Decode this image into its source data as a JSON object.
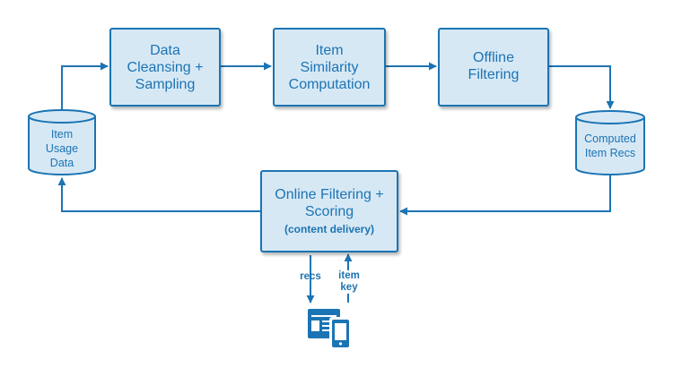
{
  "nodes": {
    "data_cleansing": {
      "lines": [
        "Data",
        "Cleansing +",
        "Sampling"
      ]
    },
    "item_similarity": {
      "lines": [
        "Item",
        "Similarity",
        "Computation"
      ]
    },
    "offline_filtering": {
      "lines": [
        "Offline",
        "Filtering"
      ]
    },
    "online_filtering": {
      "lines": [
        "Online Filtering +",
        "Scoring"
      ],
      "sub": "(content delivery)"
    },
    "item_usage_data": {
      "lines": [
        "Item",
        "Usage",
        "Data"
      ]
    },
    "computed_item_recs": {
      "lines": [
        "Computed",
        "Item Recs"
      ]
    }
  },
  "edge_labels": {
    "recs": "recs",
    "item_key": [
      "item",
      "key"
    ]
  },
  "icons": {
    "client": "web-and-mobile-devices-icon"
  },
  "colors": {
    "stroke": "#1b74b3",
    "fill": "#d7e8f5",
    "text": "#1b74b3"
  }
}
